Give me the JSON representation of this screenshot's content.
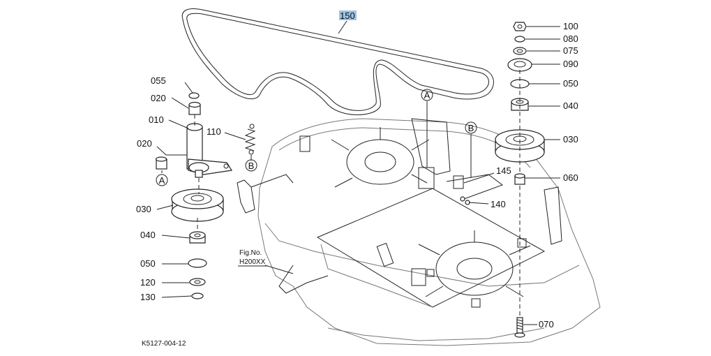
{
  "diagram": {
    "part_labels": {
      "p150": "150",
      "p100": "100",
      "p080": "080",
      "p075": "075",
      "p090": "090",
      "p050r": "050",
      "p040r": "040",
      "p030r": "030",
      "p060": "060",
      "p145": "145",
      "p140": "140",
      "p070": "070",
      "p055": "055",
      "p020a": "020",
      "p010": "010",
      "p110": "110",
      "p020b": "020",
      "p030l": "030",
      "p040l": "040",
      "p050l": "050",
      "p120": "120",
      "p130": "130"
    },
    "callouts": {
      "a1": "A",
      "a2": "A",
      "b1": "B",
      "b2": "B"
    },
    "fig_ref": {
      "line1": "Fig.No.",
      "line2": "H200XX"
    },
    "drawing_code": "K5127-004-12",
    "highlight_color": "#9dc3e6"
  }
}
